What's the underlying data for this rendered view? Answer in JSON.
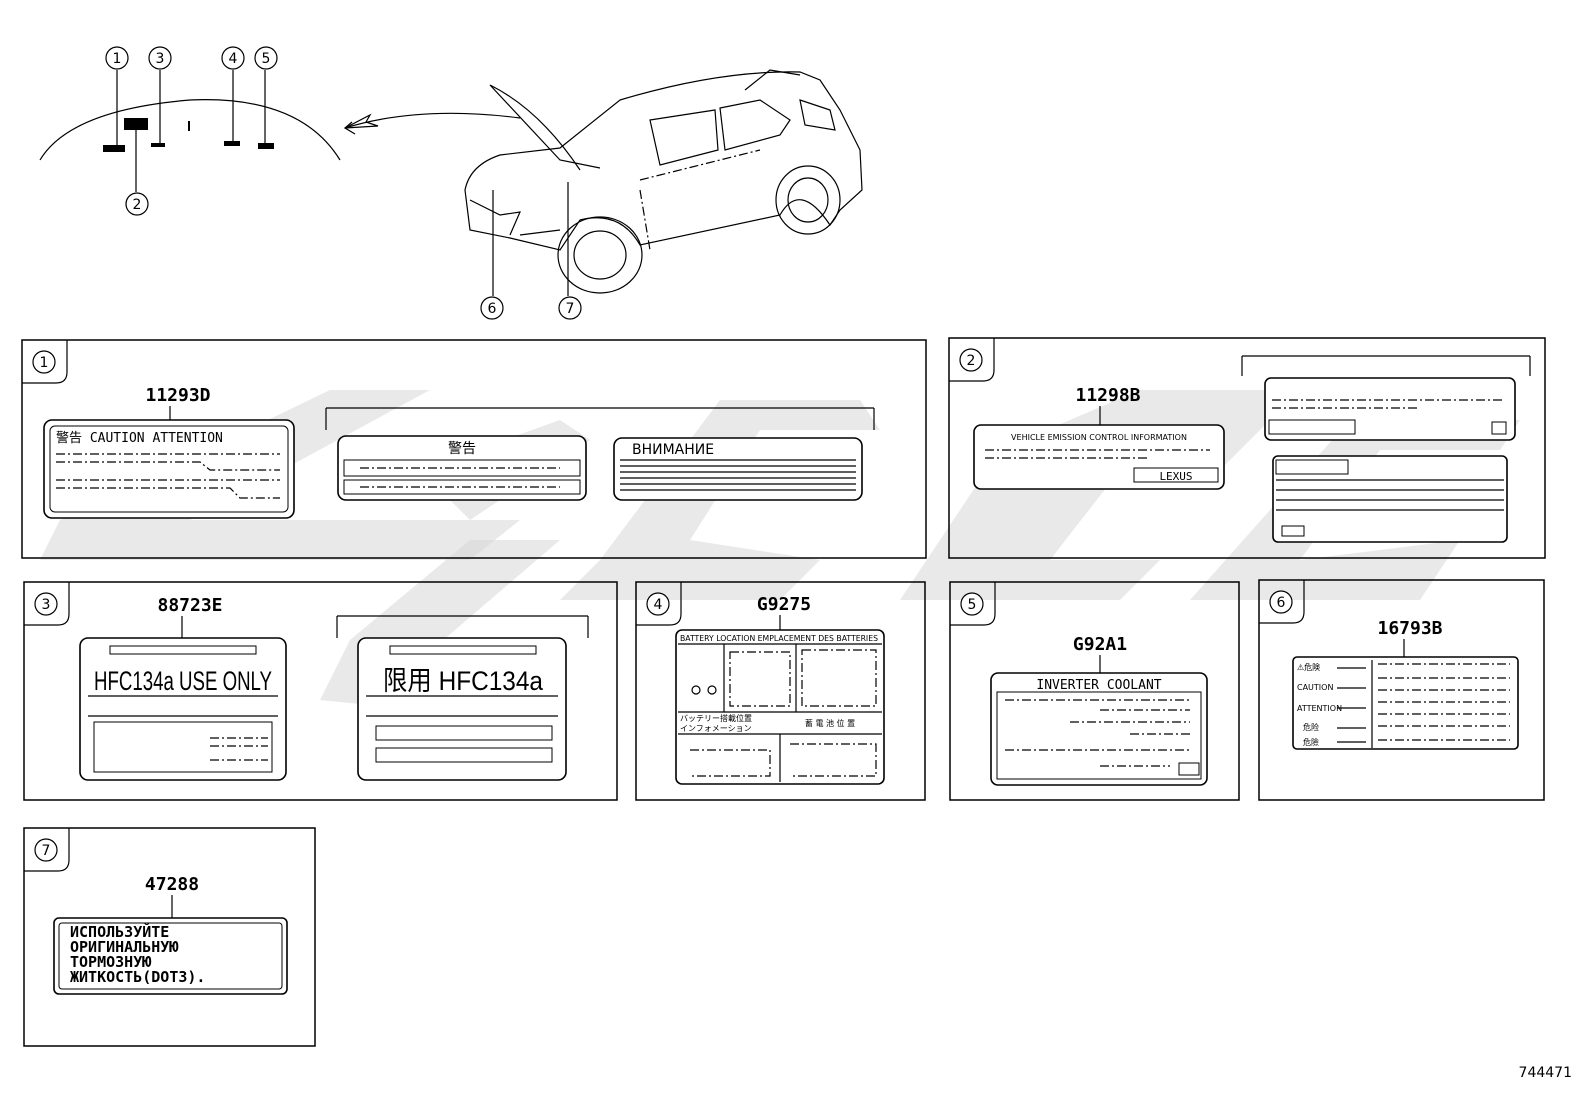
{
  "callouts": [
    "1",
    "2",
    "3",
    "4",
    "5",
    "6",
    "7"
  ],
  "parts": {
    "p1": {
      "number": "11293D",
      "label_text": "警告 CAUTION ATTENTION",
      "alt_label_jp": "警告",
      "alt_label_ru": "ВНИМАНИЕ"
    },
    "p2": {
      "number": "11298B",
      "label_text": "VEHICLE EMISSION CONTROL INFORMATION",
      "logo": "LEXUS"
    },
    "p3": {
      "number": "88723E",
      "label_text": "HFC134a USE ONLY",
      "alt_label": "限用 HFC134a"
    },
    "p4": {
      "number": "G9275",
      "label_text": "BATTERY LOCATION  EMPLACEMENT DES BATTERIES",
      "jp_text_1": "バッテリー搭載位置",
      "jp_text_2": "インフォメーション",
      "jp_text_3": "蓄 電 池 位 置"
    },
    "p5": {
      "number": "G92A1",
      "label_text": "INVERTER COOLANT"
    },
    "p6": {
      "number": "16793B",
      "label_rows": [
        "⚠危険",
        "CAUTION",
        "ATTENTION",
        "危险",
        "危險"
      ]
    },
    "p7": {
      "number": "47288",
      "label_lines": [
        "ИСПОЛЬЗУЙТЕ",
        "ОРИГИНАЛЬНУЮ",
        "ТОРМОЗНУЮ",
        "ЖИТКОСТЬ(DOT3)."
      ]
    }
  },
  "diagram_id": "744471"
}
